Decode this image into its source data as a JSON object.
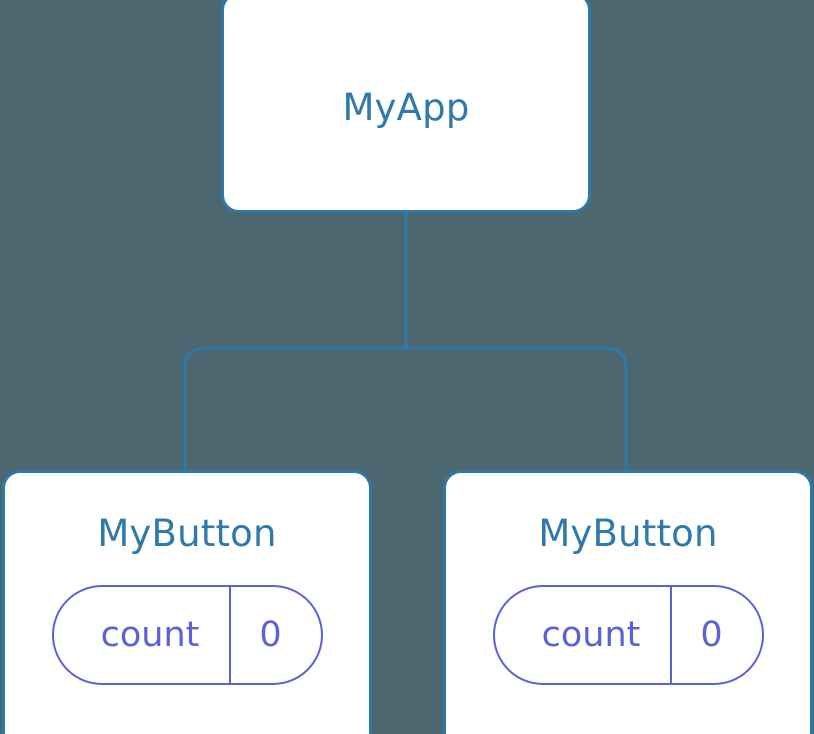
{
  "diagram": {
    "type": "component-tree",
    "background_color": "#4c6770",
    "node_border_color": "#2f79a8",
    "node_fill_color": "#ffffff",
    "title_color": "#2f7aab",
    "state_color": "#5c62d6",
    "edge_color": "#2f79a8"
  },
  "root": {
    "title": "MyApp"
  },
  "children": [
    {
      "title": "MyButton",
      "state": {
        "key": "count",
        "value": "0"
      }
    },
    {
      "title": "MyButton",
      "state": {
        "key": "count",
        "value": "0"
      }
    }
  ]
}
